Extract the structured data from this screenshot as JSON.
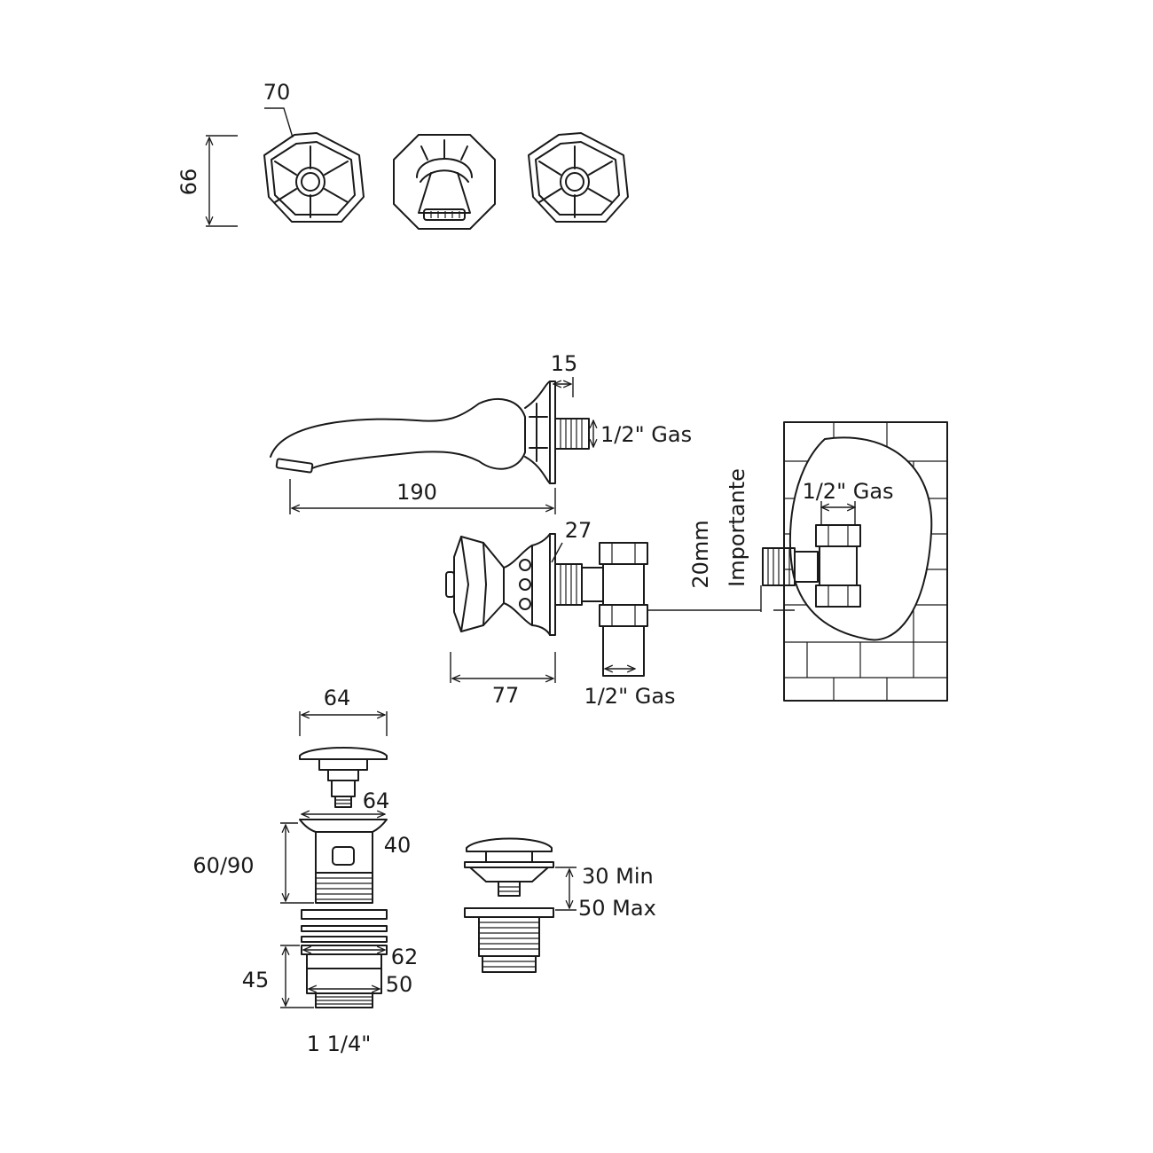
{
  "labels": {
    "handle_width": "70",
    "handle_height": "66",
    "flange_depth": "15",
    "spout_connection": "1/2\" Gas",
    "spout_length": "190",
    "valve_flange": "27",
    "valve_length": "77",
    "valve_connection": "1/2\" Gas",
    "wall_offset": "20mm",
    "wall_note": "Importante",
    "wall_connection": "1/2\" Gas",
    "waste_cap_width": "64",
    "waste_flange_width": "64",
    "waste_height": "60/90",
    "waste_body_width": "40",
    "waste_nut_width": "62",
    "waste_lower_height": "45",
    "waste_tail_width": "50",
    "waste_thread": "1 1/4\"",
    "waste_min": "30 Min",
    "waste_max": "50 Max"
  }
}
